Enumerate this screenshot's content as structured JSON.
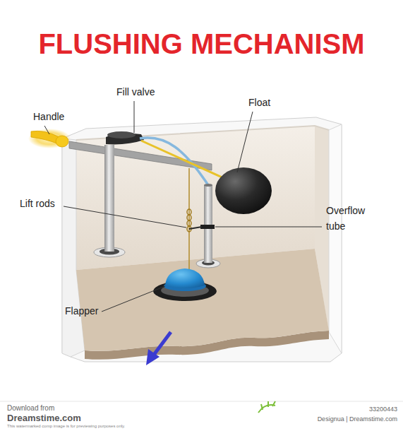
{
  "diagram": {
    "title": "FLUSHING MECHANISM",
    "labels": [
      "Handle",
      "Fill valve",
      "Float",
      "Lift rods",
      "Overflow tube",
      "Flapper",
      "Download from",
      "Dreamstime.com",
      "This watermarked comp image is for previewing purposes only.",
      "33200443",
      "Designua | Dreamstime.com"
    ]
  }
}
